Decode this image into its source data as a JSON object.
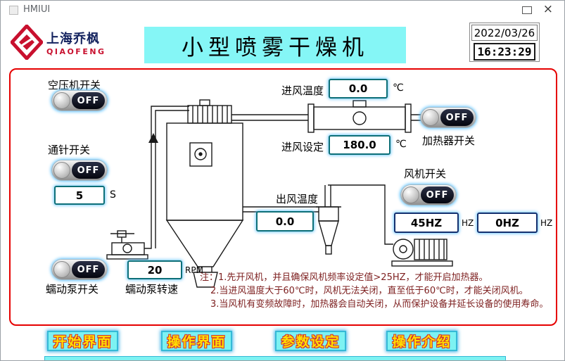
{
  "window": {
    "title": "HMIUI",
    "close_icon": "×"
  },
  "header": {
    "brand_cn": "上海乔枫",
    "brand_en": "QIAOFENG",
    "title": "小型喷雾干燥机",
    "date": "2022/03/26",
    "time": "16:23:29"
  },
  "controls": {
    "air_compressor": {
      "label": "空压机开关",
      "state": "OFF"
    },
    "needle": {
      "label": "通针开关",
      "state": "OFF"
    },
    "needle_time": {
      "value": "5",
      "unit": "S"
    },
    "peristaltic_pump": {
      "label": "蠕动泵开关",
      "state": "OFF"
    },
    "pump_speed": {
      "label": "蠕动泵转速",
      "value": "20",
      "unit": "RPM"
    },
    "inlet_temp": {
      "label": "进风温度",
      "value": "0.0",
      "unit": "℃"
    },
    "inlet_set": {
      "label": "进风设定",
      "value": "180.0",
      "unit": "℃"
    },
    "heater": {
      "label": "加热器开关",
      "state": "OFF"
    },
    "outlet_temp": {
      "label": "出风温度",
      "value": "0.0"
    },
    "fan": {
      "label": "风机开关",
      "state": "OFF"
    },
    "fan_freq_set": {
      "value": "45HZ",
      "unit": "HZ"
    },
    "fan_freq_actual": {
      "value": "0HZ",
      "unit": "HZ"
    }
  },
  "notes": {
    "line1": "注：1.先开风机，并且确保风机频率设定值>25HZ，才能开启加热器。",
    "line2": "2.当进风温度大于60℃时，风机无法关闭，直至低于60℃时，才能关闭风机。",
    "line3": "3.当风机有变频故障时，加热器会自动关闭，从而保护设备并延长设备的使用寿命。"
  },
  "nav": {
    "buttons": [
      {
        "label": "开始界面"
      },
      {
        "label": "操作界面"
      },
      {
        "label": "参数设定"
      },
      {
        "label": "操作介绍"
      }
    ]
  }
}
